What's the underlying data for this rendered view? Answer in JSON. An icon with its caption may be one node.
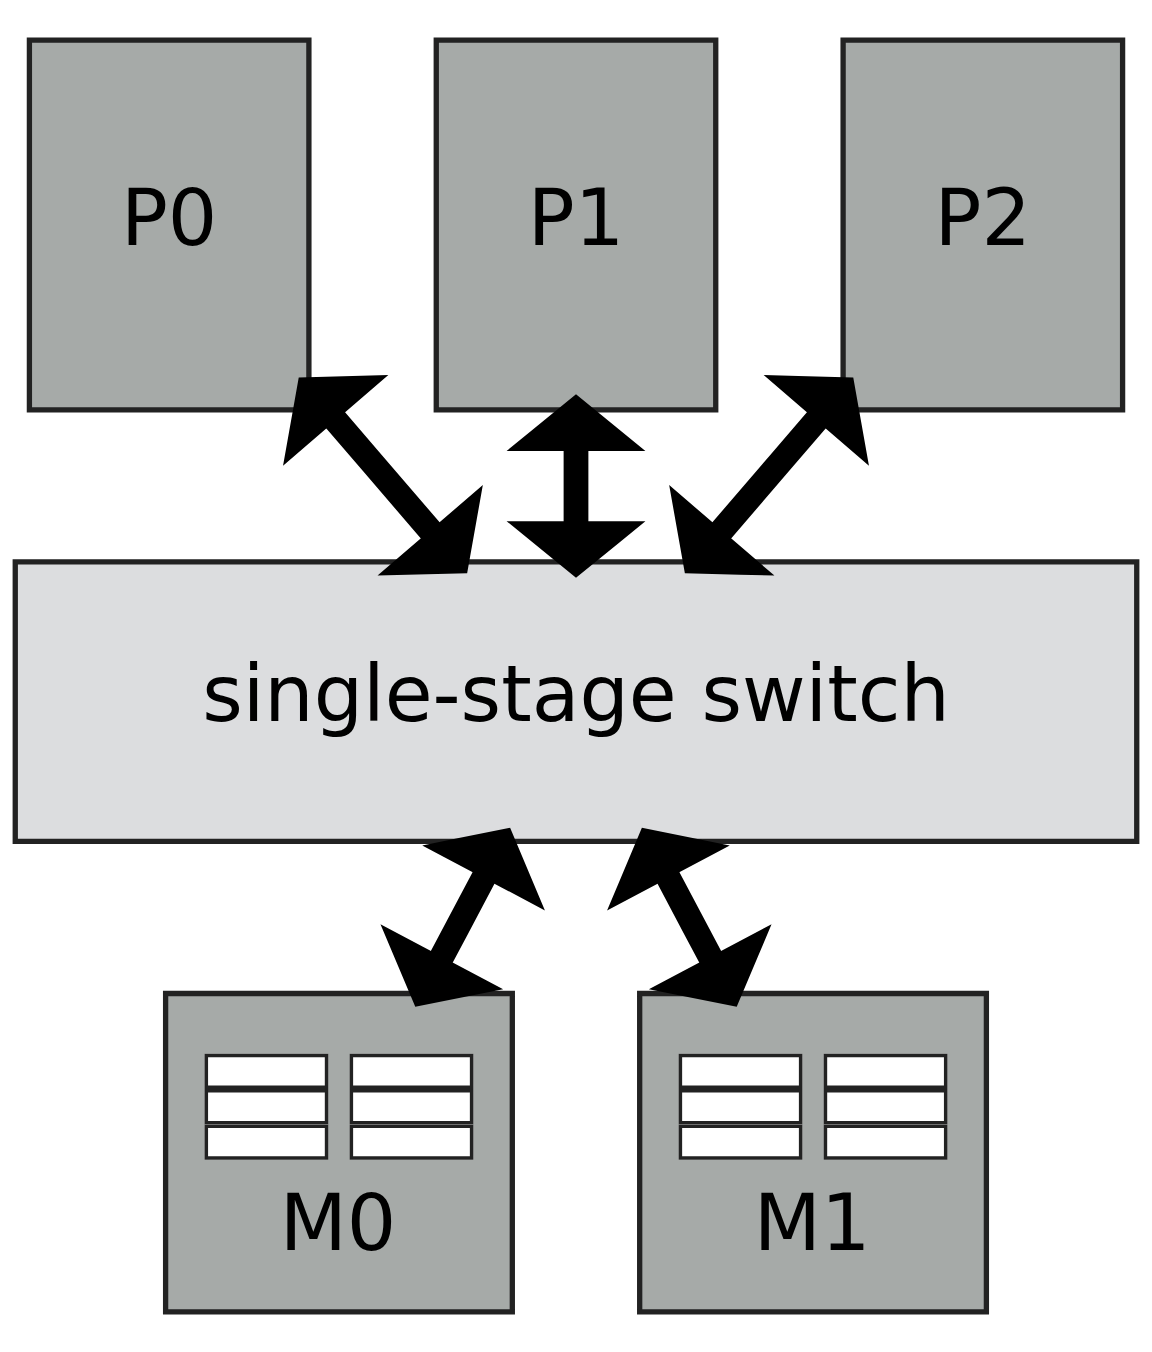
{
  "diagram": {
    "nodes": [
      {
        "text": [
          "P0"
        ]
      },
      {
        "text": [
          "P1"
        ]
      },
      {
        "text": [
          "P2"
        ]
      },
      {
        "text": [
          "single-stage switch"
        ]
      },
      {
        "text": [
          "M0"
        ]
      },
      {
        "text": [
          "M1"
        ]
      }
    ],
    "edges": [
      {
        "from": 0,
        "to": 3,
        "arrow": "both"
      },
      {
        "from": 1,
        "to": 3,
        "arrow": "both"
      },
      {
        "from": 2,
        "to": 3,
        "arrow": "both"
      },
      {
        "from": 3,
        "to": 4,
        "arrow": "both"
      },
      {
        "from": 3,
        "to": 5,
        "arrow": "both"
      }
    ]
  }
}
